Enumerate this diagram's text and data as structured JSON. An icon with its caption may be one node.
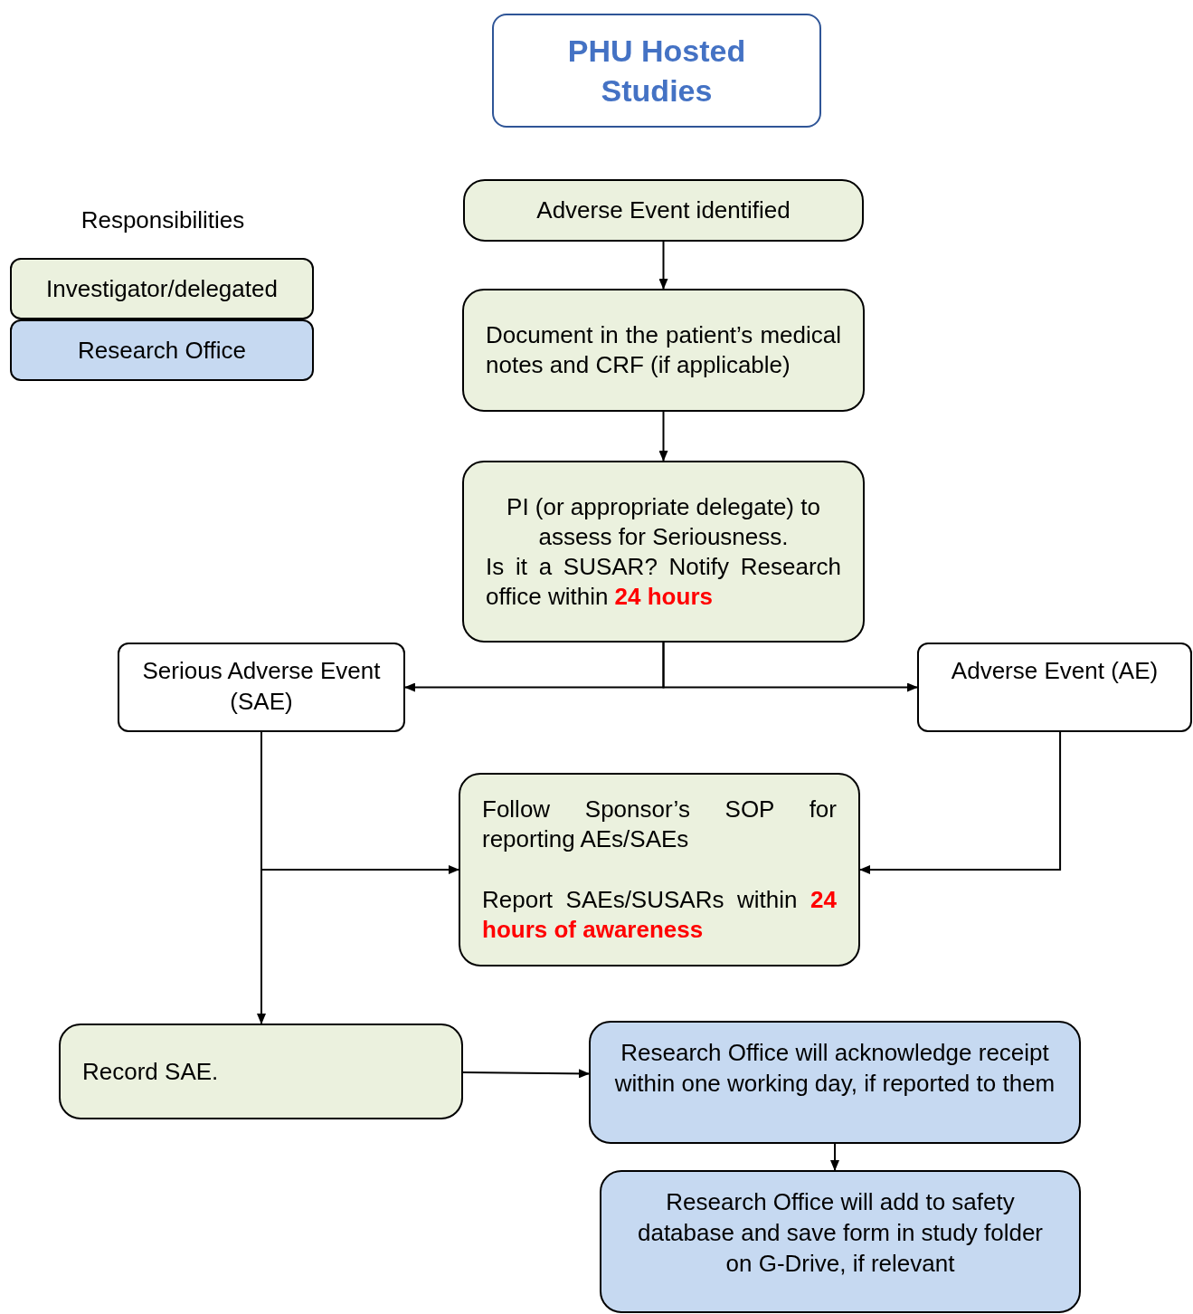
{
  "diagram": {
    "nodes": [
      {
        "text": [
          "PHU Hosted Studies"
        ]
      },
      {
        "text": [
          "Adverse Event identified"
        ]
      },
      {
        "text": [
          "Document in the patient’s medical notes and CRF (if applicable)"
        ]
      },
      {
        "text": [
          "PI (or appropriate delegate) to assess for Seriousness.",
          "Is it a SUSAR? Notify Research office within **24 hours**"
        ]
      },
      {
        "text": [
          "Serious Adverse Event (SAE)"
        ]
      },
      {
        "text": [
          "Adverse Event (AE)"
        ]
      },
      {
        "text": [
          "Follow Sponsor’s SOP for reporting AEs/SAEs",
          "Report SAEs/SUSARs within **24 hours of awareness**"
        ]
      },
      {
        "text": [
          "Record SAE."
        ]
      },
      {
        "text": [
          "Research Office will acknowledge receipt within one working day, if reported to them"
        ]
      },
      {
        "text": [
          "Research Office will add to safety database and save form in study folder on G-Drive, if relevant"
        ]
      }
    ],
    "edges": [
      {
        "from": 1,
        "to": 2,
        "arrow": "to"
      },
      {
        "from": 2,
        "to": 3,
        "arrow": "to"
      },
      {
        "from": 3,
        "to": 4,
        "arrow": "to"
      },
      {
        "from": 3,
        "to": 5,
        "arrow": "to"
      },
      {
        "from": 4,
        "to": 6,
        "arrow": "to"
      },
      {
        "from": 5,
        "to": 6,
        "arrow": "to"
      },
      {
        "from": 4,
        "to": 7,
        "arrow": "to"
      },
      {
        "from": 7,
        "to": 8,
        "arrow": "to"
      },
      {
        "from": 8,
        "to": 9,
        "arrow": "to"
      }
    ],
    "labels": [
      "Responsibilities"
    ],
    "legend": [
      {
        "text": "Investigator/delegated",
        "color": "#ebf1de"
      },
      {
        "text": "Research Office",
        "color": "#c6d9f1"
      }
    ]
  }
}
